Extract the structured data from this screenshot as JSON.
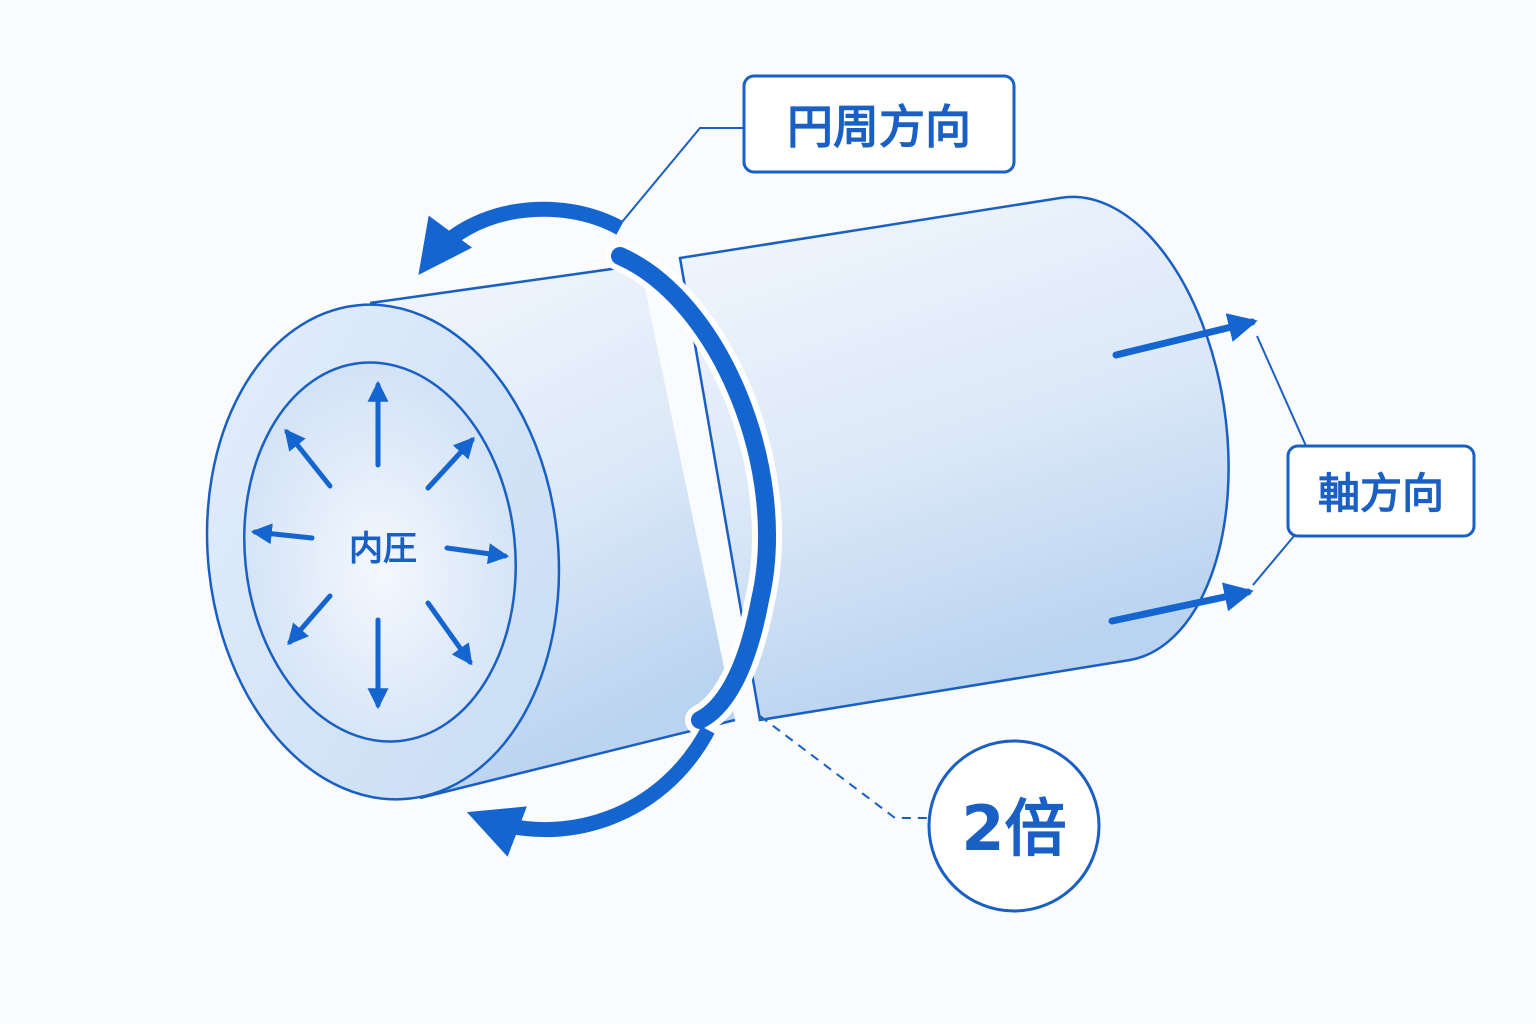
{
  "labels": {
    "circumferential": "円周方向",
    "axial": "軸方向",
    "internal_pressure": "内圧",
    "ratio": "2倍"
  },
  "colors": {
    "accent": "#1565d0",
    "outline": "#1a5fc4",
    "cylinder_fill_light": "#eaf2fc",
    "cylinder_fill_dark": "#bcd6f1",
    "background": "#fafbfc"
  },
  "icons": {
    "circumferential_arrow": "curved-arrow-icon",
    "axial_arrows": "arrow-right-icon",
    "pressure_arrows": "arrow-outward-icon"
  }
}
